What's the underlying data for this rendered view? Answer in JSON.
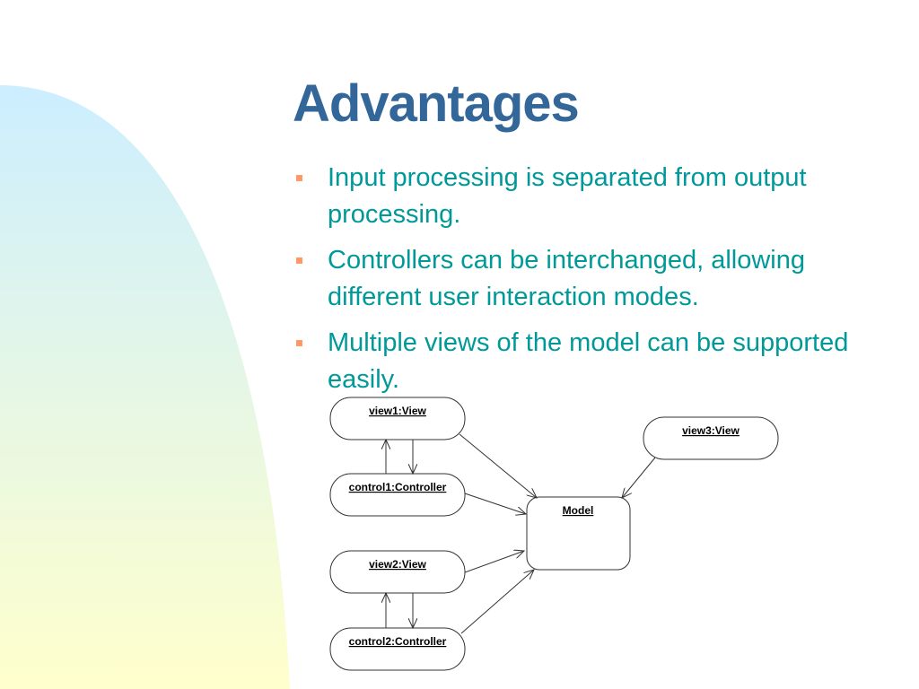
{
  "slide": {
    "title": "Advantages",
    "bullets": [
      {
        "text": "Input processing is separated from output processing."
      },
      {
        "text": "Controllers can be interchanged, allowing different user interaction modes."
      },
      {
        "text": "Multiple views of the model can be supported easily."
      }
    ]
  },
  "diagram": {
    "nodes": {
      "view1": "view1:View",
      "control1": "control1:Controller",
      "view2": "view2:View",
      "control2": "control2:Controller",
      "view3": "view3:View",
      "model": "Model"
    }
  },
  "colors": {
    "title": "#336699",
    "bullet_text": "#009999",
    "bullet_marker": "#ff9966",
    "bg_top": "#cceeff",
    "bg_bottom": "#ffffcc"
  }
}
